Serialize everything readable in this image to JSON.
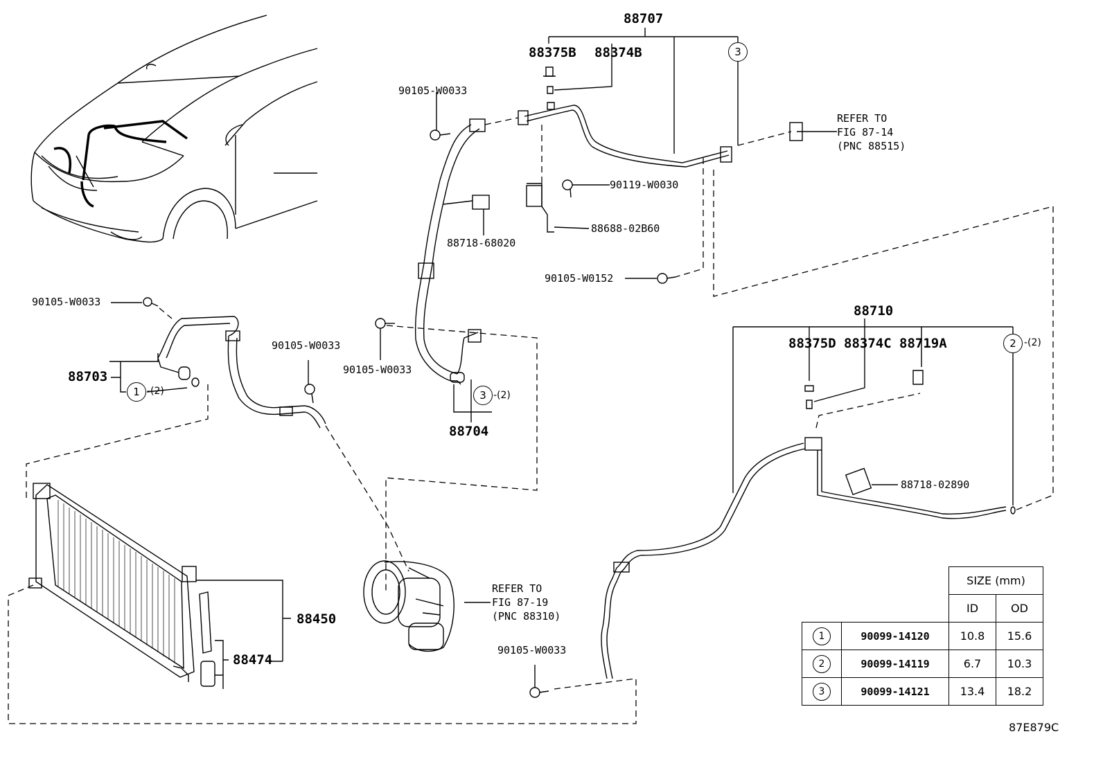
{
  "labels": {
    "p88707": "88707",
    "p88375B": "88375B",
    "p88374B": "88374B",
    "p90105_W0033_top": "90105-W0033",
    "p90119_W0030": "90119-W0030",
    "p88688_02B60": "88688-02B60",
    "p88718_68020": "88718-68020",
    "p90105_W0152": "90105-W0152",
    "p90105_W0033_left": "90105-W0033",
    "p88703": "88703",
    "p90105_W0033_mid": "90105-W0033",
    "p90105_W0033_center": "90105-W0033",
    "p88704": "88704",
    "p88710": "88710",
    "p88375D": "88375D",
    "p88374C": "88374C",
    "p88719A": "88719A",
    "p88718_02890": "88718-02890",
    "p88450": "88450",
    "p88474": "88474",
    "p90105_W0033_bottom": "90105-W0033"
  },
  "refs": {
    "ref_87_14": "REFER TO\nFIG 87-14\n(PNC 88515)",
    "ref_87_19": "REFER TO\nFIG 87-19\n(PNC 88310)"
  },
  "callouts": {
    "c1": "1",
    "c1_qty": "-(2)",
    "c3_top": "3",
    "c3_mid": "3",
    "c3_mid_qty": "-(2)",
    "c2": "2",
    "c2_qty": "-(2)"
  },
  "size_table": {
    "header": "SIZE (mm)",
    "col_id": "ID",
    "col_od": "OD",
    "rows": [
      {
        "key": "1",
        "part": "90099-14120",
        "id": "10.8",
        "od": "15.6"
      },
      {
        "key": "2",
        "part": "90099-14119",
        "id": "6.7",
        "od": "10.3"
      },
      {
        "key": "3",
        "part": "90099-14121",
        "id": "13.4",
        "od": "18.2"
      }
    ]
  },
  "figure_code": "87E879C"
}
